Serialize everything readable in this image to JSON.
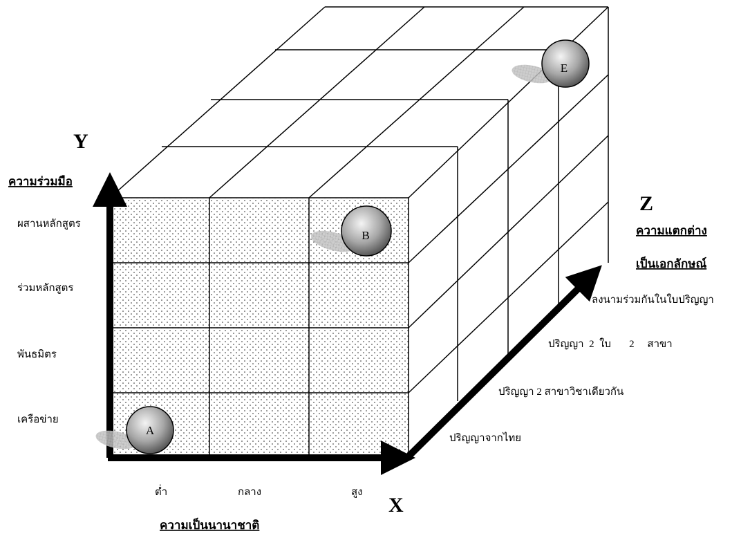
{
  "axes": {
    "x": {
      "letter": "X",
      "title": "ความเป็นนานาชาติ",
      "levels": [
        "ต่ำ",
        "กลาง",
        "สูง"
      ]
    },
    "y": {
      "letter": "Y",
      "title": "ความร่วมมือ",
      "levels": [
        "เครือข่าย",
        "พันธมิตร",
        "ร่วมหลักสูตร",
        "ผสานหลักสูตร"
      ]
    },
    "z": {
      "letter": "Z",
      "title_lines": [
        "ความแตกต่าง",
        "เป็นเอกลักษณ์"
      ],
      "levels": [
        "ปริญญาจากไทย",
        "ปริญญา 2 สาขาวิชาเดียวกัน",
        "ปริญญา  2  ใบ       2     สาขา",
        "ลงนามร่วมกันในใบปริญญา"
      ]
    }
  },
  "points": [
    {
      "label": "A",
      "x_level": "ต่ำ",
      "y_level": "เครือข่าย",
      "z_level": "ปริญญาจากไทย"
    },
    {
      "label": "B",
      "x_level": "สูง",
      "y_level": "ผสานหลักสูตร",
      "z_level": "ปริญญาจากไทย"
    },
    {
      "label": "E",
      "x_level": "สูง",
      "y_level": "ผสานหลักสูตร",
      "z_level": "ลงนามร่วมกันในใบปริญญา"
    }
  ],
  "colors": {
    "lines": "#000000",
    "ball_light": "#f2f2f2",
    "ball_dark": "#6a6a6a",
    "shadow": "#b9b9b9"
  }
}
